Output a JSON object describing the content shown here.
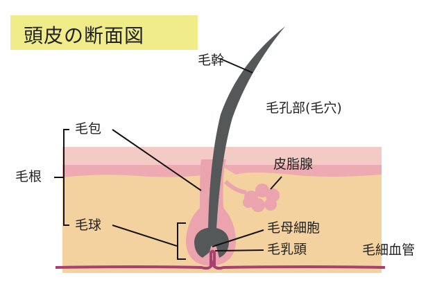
{
  "title": "頭皮の断面図",
  "labels": {
    "hair_shaft": "毛幹",
    "pore": "毛孔部(毛穴)",
    "follicle": "毛包",
    "root": "毛根",
    "sebaceous_gland": "皮脂腺",
    "hair_bulb": "毛球",
    "hair_matrix_cells": "毛母細胞",
    "dermal_papilla": "毛乳頭",
    "capillary": "毛細血管"
  },
  "colors": {
    "title_bg": "#f0ec8a",
    "epidermis_top": "#f2cbc5",
    "epidermis": "#eeaab2",
    "dermis": "#f3d29f",
    "follicle": "#eba3ad",
    "hair": "#555858",
    "vessel": "#a8416f"
  }
}
